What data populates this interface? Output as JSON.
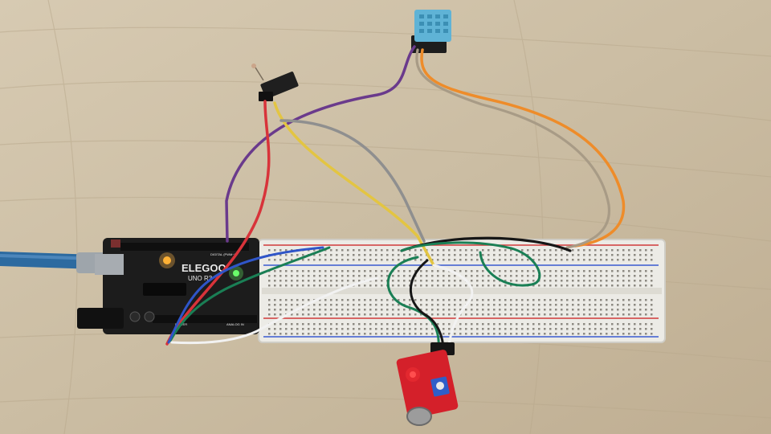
{
  "board": {
    "brand": "ELEGOO",
    "model": "UNO R3",
    "digital_label": "DIGITAL (PWM~)",
    "analog_label": "ANALOG IN",
    "power_label": "POWER"
  },
  "colors": {
    "table": "#cdbfa6",
    "breadboard": "#ecebe6",
    "board": "#1c1c1c",
    "dht_sensor": "#5fb3d6",
    "mic_module": "#d4202a",
    "usb_cable": "#2c6aa0",
    "wire_purple": "#6a3a8c",
    "wire_red": "#d8333a",
    "wire_yellow": "#e3c542",
    "wire_gray": "#8f8f8f",
    "wire_orange": "#ee8c2a",
    "wire_tan": "#a89b86",
    "wire_black": "#161616",
    "wire_green": "#1a7f55",
    "wire_blue": "#2f55c8",
    "wire_white": "#f2f2f2"
  },
  "icons": [
    "usb-cable",
    "arduino-board",
    "breadboard",
    "dht11-sensor",
    "light-sensor-module",
    "sound-sensor-module",
    "jumper-wires"
  ]
}
